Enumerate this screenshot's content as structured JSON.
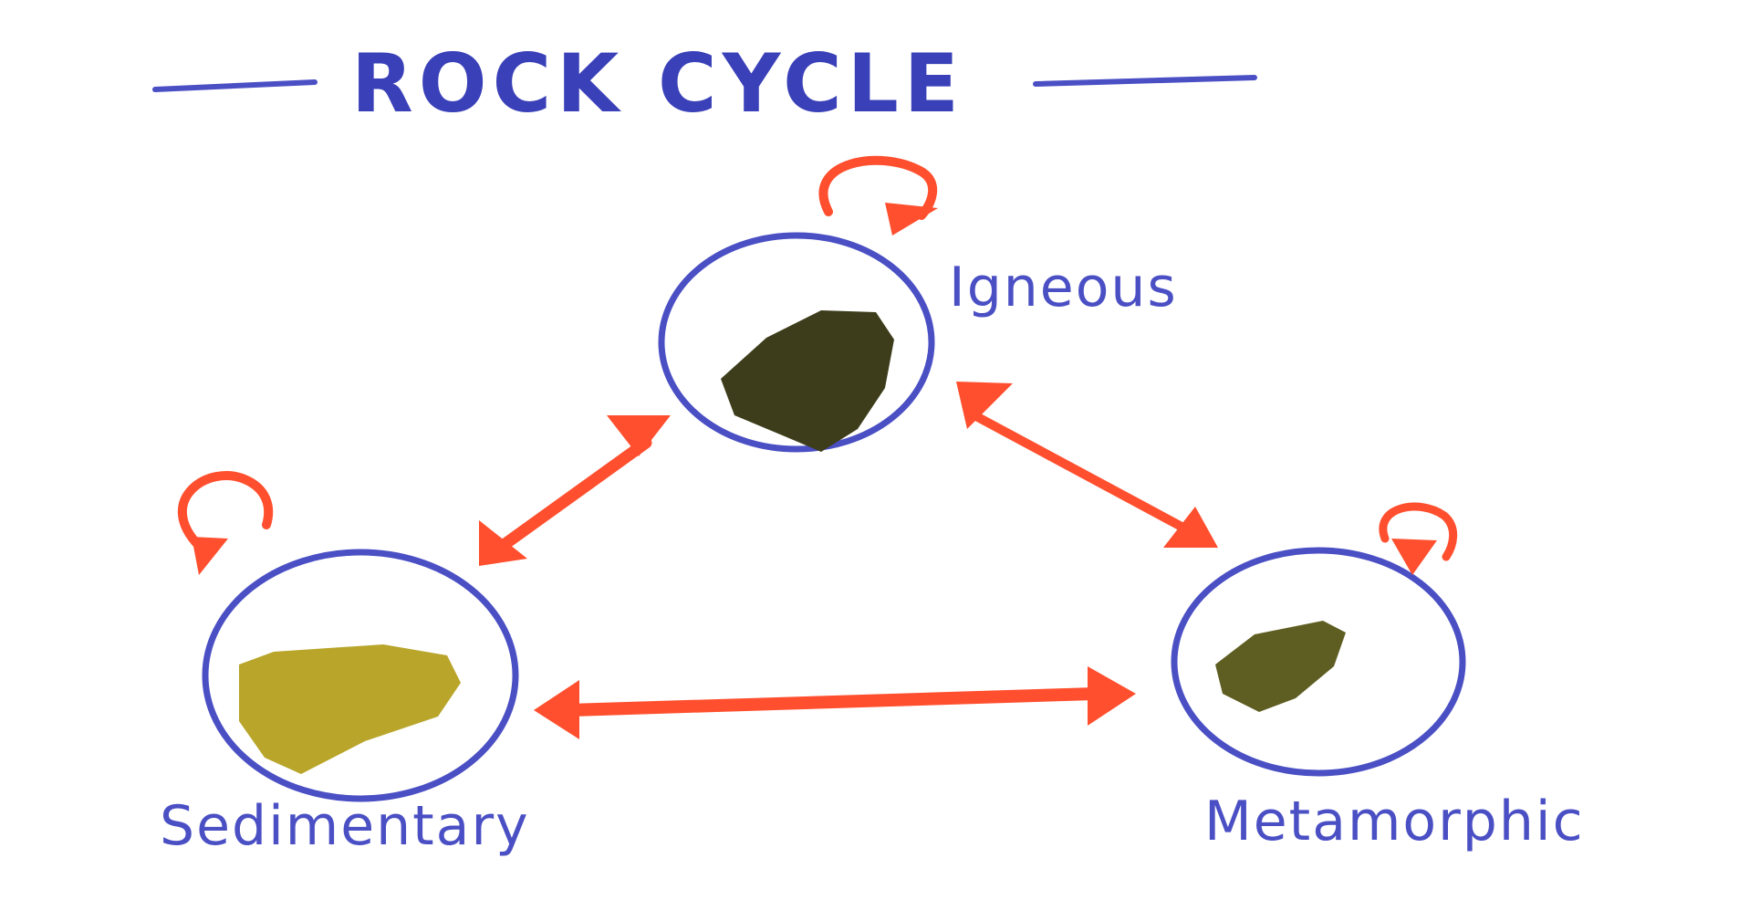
{
  "title": "ROCK CYCLE",
  "nodes": [
    {
      "id": "igneous",
      "label": "Igneous",
      "rock_color": "#3d3d1c"
    },
    {
      "id": "sedimentary",
      "label": "Sedimentary",
      "rock_color": "#b8a52a"
    },
    {
      "id": "metamorphic",
      "label": "Metamorphic",
      "rock_color": "#5e5e22"
    }
  ],
  "connections": [
    {
      "from": "igneous",
      "to": "sedimentary",
      "direction": "bidirectional"
    },
    {
      "from": "igneous",
      "to": "metamorphic",
      "direction": "bidirectional"
    },
    {
      "from": "sedimentary",
      "to": "metamorphic",
      "direction": "bidirectional"
    }
  ],
  "self_loops": [
    "igneous",
    "sedimentary",
    "metamorphic"
  ],
  "colors": {
    "ink_blue": "#4a4fc4",
    "arrow_orange": "#ff4f2e",
    "background": "#ffffff"
  }
}
